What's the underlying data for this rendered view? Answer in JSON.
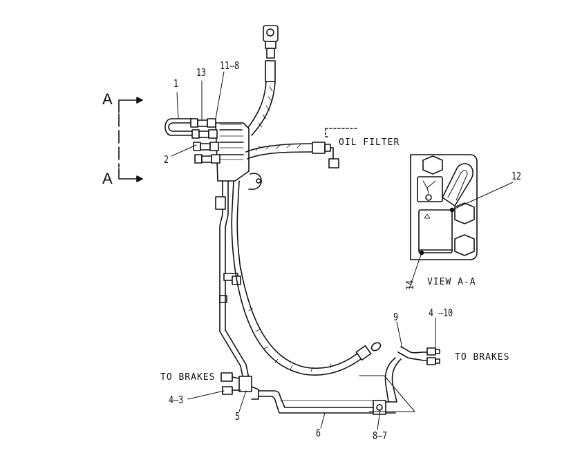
{
  "view_marker": "A",
  "view_marker_lower": "A",
  "labels": {
    "oil_filter": "OIL FILTER",
    "to_brakes_left": "TO BRAKES",
    "to_brakes_right": "TO BRAKES",
    "view_aa": "VIEW A-A"
  },
  "callouts": [
    "1",
    "13",
    "11–8",
    "2",
    "12",
    "14",
    "9",
    "4 –10",
    "4–3",
    "5",
    "6",
    "8–7"
  ],
  "colors": {
    "ink": "#111111",
    "background": "#ffffff"
  }
}
